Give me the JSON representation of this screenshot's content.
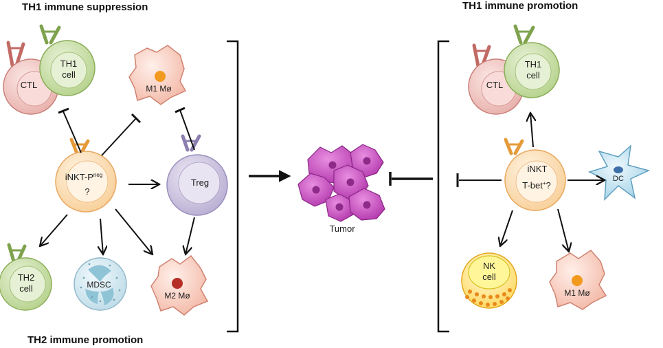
{
  "headings": {
    "left_top": "TH1 immune suppression",
    "left_bottom": "TH2 immune promotion",
    "right_top": "TH1 immune promotion"
  },
  "left": {
    "ctl": "CTL",
    "th1_line1": "TH1",
    "th1_line2": "cell",
    "m1": "M1 Mø",
    "inkt_line1": "iNKT-P",
    "inkt_sup": "neg",
    "inkt_line2": "?",
    "treg": "Treg",
    "th2_line1": "TH2",
    "th2_line2": "cell",
    "mdsc": "MDSC",
    "m2": "M2 Mø"
  },
  "center": {
    "tumor": "Tumor"
  },
  "right": {
    "ctl": "CTL",
    "th1_line1": "TH1",
    "th1_line2": "cell",
    "inkt_line1": "iNKT",
    "inkt_line2a": "T-bet",
    "inkt_sup": "+",
    "inkt_line2b": "?",
    "dc": "DC",
    "nk_line1": "NK",
    "nk_line2": "cell",
    "m1": "M1 Mø"
  },
  "colors": {
    "ctl": "#f2c9c6",
    "th1": "#cfe3b3",
    "inkt": "#fde6c6",
    "treg": "#d4cde3",
    "th2": "#cfe3b3",
    "mdsc": "#cfe6ee",
    "macrophage": "#fbd3cf",
    "tumor": "#c94ac4",
    "dc": "#cde8f4",
    "nk": "#fff37a"
  }
}
